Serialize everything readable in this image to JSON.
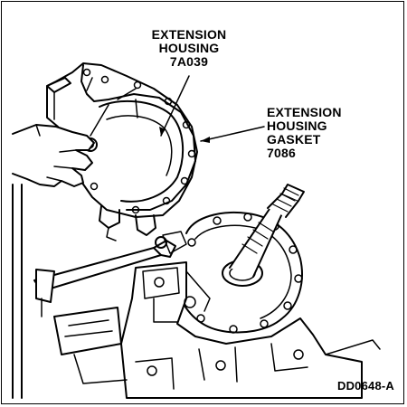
{
  "callouts": {
    "housing": {
      "line1": "EXTENSION",
      "line2": "HOUSING",
      "part_no": "7A039"
    },
    "gasket": {
      "line1": "EXTENSION",
      "line2": "HOUSING",
      "line3": "GASKET",
      "part_no": "7086"
    }
  },
  "figure_id": "DD0648-A",
  "colors": {
    "ink": "#000000",
    "paper": "#ffffff"
  }
}
